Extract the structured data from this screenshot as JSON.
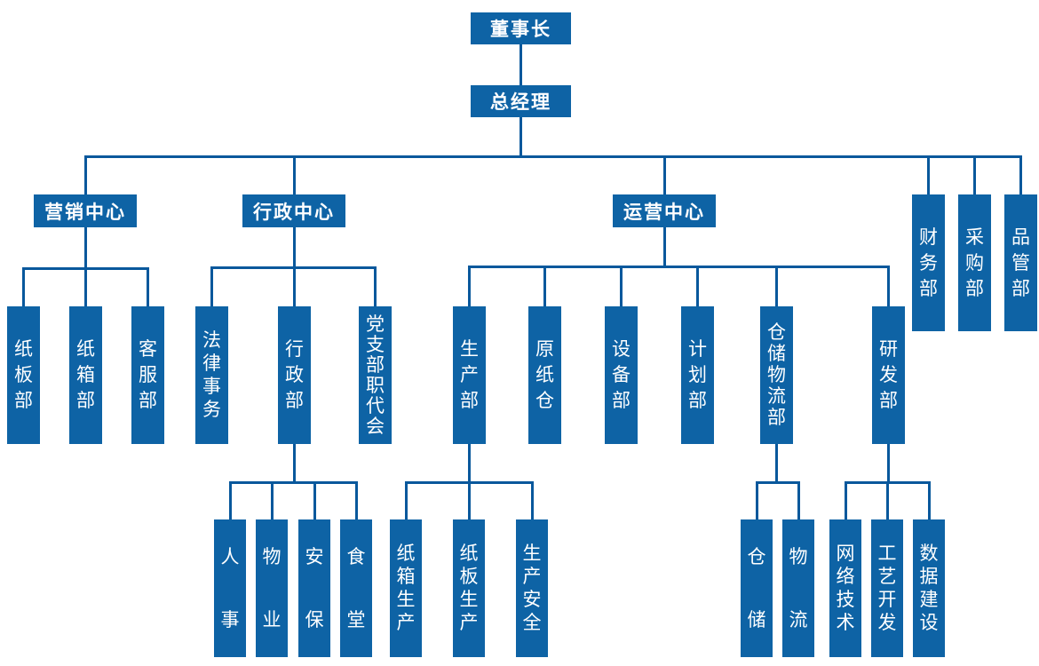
{
  "palette": {
    "box_bg": "#0e63a5",
    "line": "#09589c",
    "text": "#ffffff",
    "page_bg": "#ffffff"
  },
  "nodes": {
    "chairman": {
      "label": "董事长"
    },
    "general_manager": {
      "label": "总经理"
    },
    "marketing_center": {
      "label": "营销中心"
    },
    "admin_center": {
      "label": "行政中心"
    },
    "operations_center": {
      "label": "运营中心"
    },
    "finance_dept": {
      "label": "财务部"
    },
    "procurement_dept": {
      "label": "采购部"
    },
    "quality_dept": {
      "label": "品管部"
    },
    "paperboard_dept": {
      "label": "纸板部"
    },
    "carton_dept": {
      "label": "纸箱部"
    },
    "customer_service_dept": {
      "label": "客服部"
    },
    "legal_affairs": {
      "label": "法律事务"
    },
    "admin_dept": {
      "label": "行政部"
    },
    "party_branch": {
      "label": "党支部职代会"
    },
    "production_dept": {
      "label": "生产部"
    },
    "raw_paper_warehouse": {
      "label": "原纸仓"
    },
    "equipment_dept": {
      "label": "设备部"
    },
    "planning_dept": {
      "label": "计划部"
    },
    "warehouse_logistics_dept": {
      "label": "仓储物流部"
    },
    "rnd_dept": {
      "label": "研发部"
    },
    "hr": {
      "label": "人事"
    },
    "property": {
      "label": "物业"
    },
    "security": {
      "label": "安保"
    },
    "canteen": {
      "label": "食堂"
    },
    "carton_production": {
      "label": "纸箱生产"
    },
    "paperboard_production": {
      "label": "纸板生产"
    },
    "production_safety": {
      "label": "生产安全"
    },
    "warehousing": {
      "label": "仓储"
    },
    "logistics": {
      "label": "物流"
    },
    "network_tech": {
      "label": "网络技术"
    },
    "process_dev": {
      "label": "工艺开发"
    },
    "data_construction": {
      "label": "数据建设"
    }
  },
  "hierarchy": {
    "label": "董事长",
    "children": [
      {
        "label": "总经理",
        "children": [
          {
            "label": "营销中心",
            "children": [
              {
                "label": "纸板部"
              },
              {
                "label": "纸箱部"
              },
              {
                "label": "客服部"
              }
            ]
          },
          {
            "label": "行政中心",
            "children": [
              {
                "label": "法律事务"
              },
              {
                "label": "行政部",
                "children": [
                  {
                    "label": "人事"
                  },
                  {
                    "label": "物业"
                  },
                  {
                    "label": "安保"
                  },
                  {
                    "label": "食堂"
                  }
                ]
              },
              {
                "label": "党支部职代会"
              }
            ]
          },
          {
            "label": "运营中心",
            "children": [
              {
                "label": "生产部",
                "children": [
                  {
                    "label": "纸箱生产"
                  },
                  {
                    "label": "纸板生产"
                  },
                  {
                    "label": "生产安全"
                  }
                ]
              },
              {
                "label": "原纸仓"
              },
              {
                "label": "设备部"
              },
              {
                "label": "计划部"
              },
              {
                "label": "仓储物流部",
                "children": [
                  {
                    "label": "仓储"
                  },
                  {
                    "label": "物流"
                  }
                ]
              },
              {
                "label": "研发部",
                "children": [
                  {
                    "label": "网络技术"
                  },
                  {
                    "label": "工艺开发"
                  },
                  {
                    "label": "数据建设"
                  }
                ]
              }
            ]
          },
          {
            "label": "财务部"
          },
          {
            "label": "采购部"
          },
          {
            "label": "品管部"
          }
        ]
      }
    ]
  }
}
